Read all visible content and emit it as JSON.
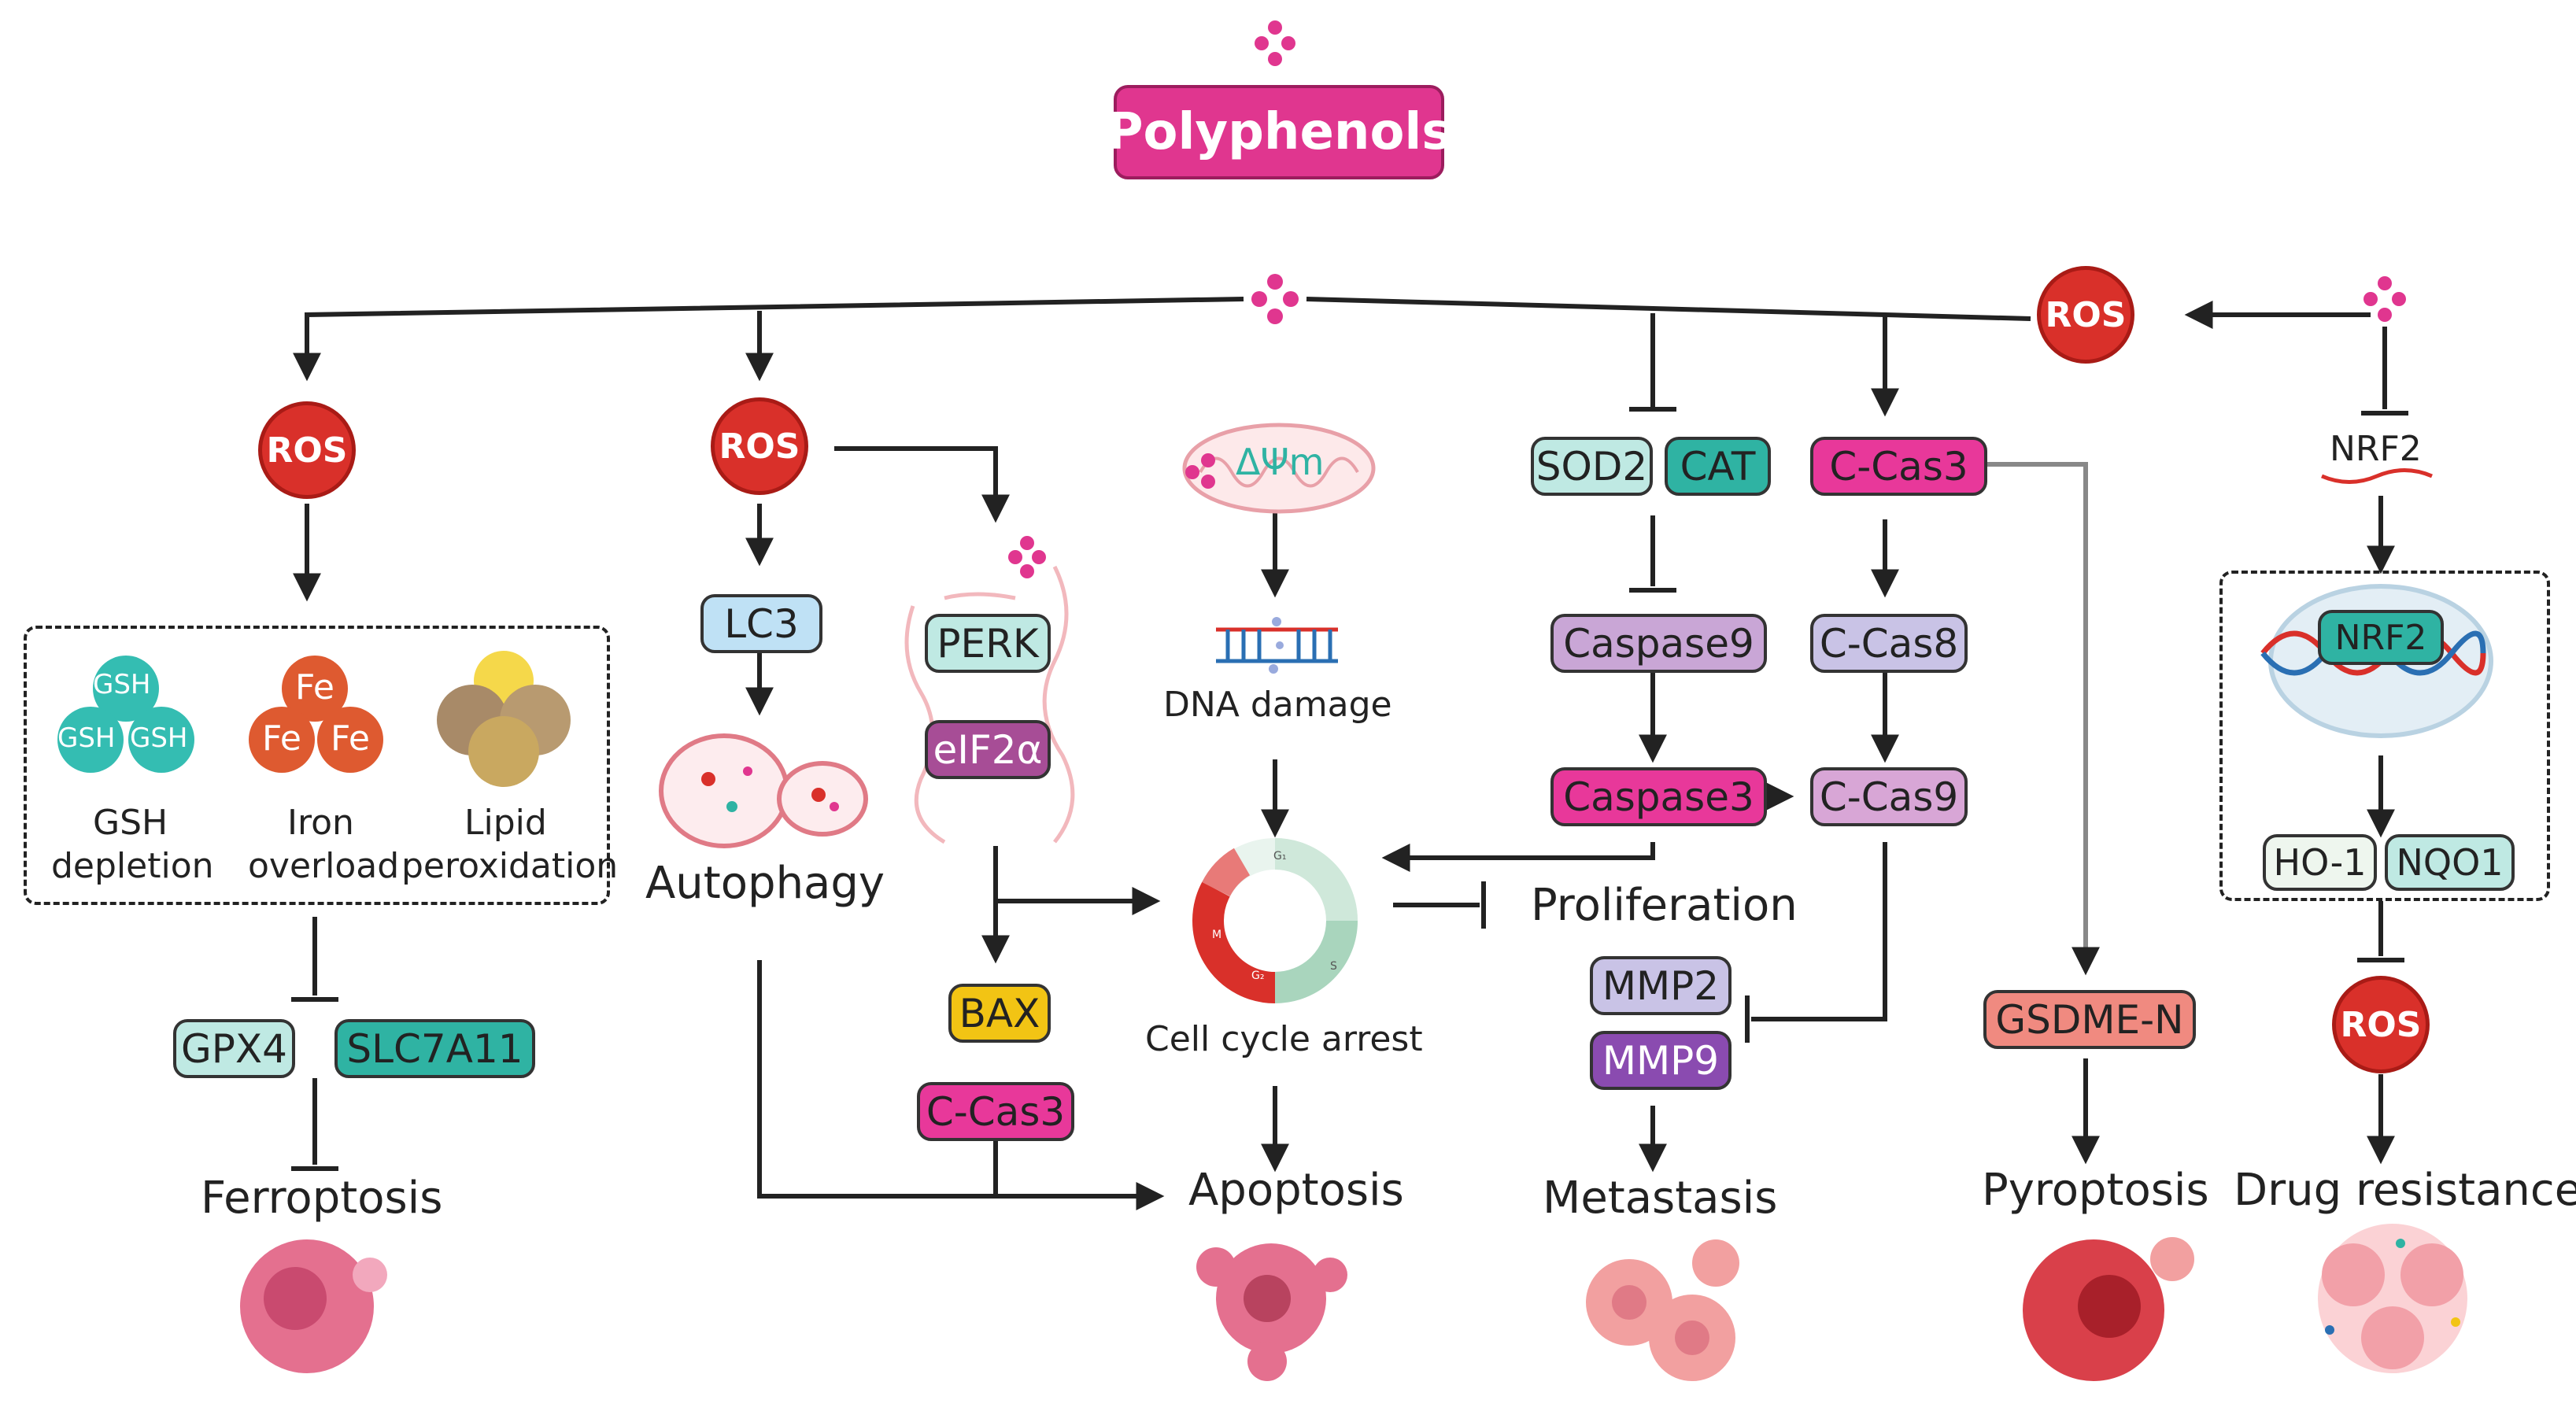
{
  "title": "Polyphenols",
  "colors": {
    "polyphenol": "#e0368f",
    "ros": "#d9302a",
    "teal_light": "#bfe9e3",
    "teal_dark": "#2fb3a3",
    "blue_light": "#bfe1f5",
    "purple_light": "#c9a6d6",
    "lavender": "#c9c3e6",
    "pink": "#e8389a",
    "purple_dark": "#8a4bb0",
    "yellow": "#f2c414",
    "salmon": "#f08a80",
    "cell_pink": "#e4708f"
  },
  "ros_label": "ROS",
  "ferroptosis_branch": {
    "items": [
      {
        "icon": "gsh-cluster-icon",
        "line1": "GSH",
        "line2": "depletion",
        "chips": [
          "GSH",
          "GSH",
          "GSH"
        ]
      },
      {
        "icon": "iron-cluster-icon",
        "line1": "Iron",
        "line2": "overload",
        "chips": [
          "Fe",
          "Fe",
          "Fe"
        ]
      },
      {
        "icon": "lipid-droplets-icon",
        "line1": "Lipid",
        "line2": "peroxidation"
      }
    ],
    "gpx4": "GPX4",
    "slc7a11": "SLC7A11",
    "outcome": "Ferroptosis"
  },
  "autophagy_branch": {
    "lc3": "LC3",
    "outcome": "Autophagy"
  },
  "er_branch": {
    "perk": "PERK",
    "eif2a": "eIF2α",
    "bax": "BAX",
    "ccas3": "C-Cas3"
  },
  "mito_branch": {
    "delta_psi": "ΔΨm",
    "dna": "DNA damage",
    "cell_cycle": "Cell cycle arrest",
    "phases": [
      "G₁",
      "S",
      "G₂",
      "M"
    ],
    "apoptosis": "Apoptosis",
    "proliferation": "Proliferation"
  },
  "caspase_branch": {
    "sod2": "SOD2",
    "cat": "CAT",
    "caspase9": "Caspase9",
    "caspase3": "Caspase3",
    "ccas3": "C-Cas3",
    "ccas8": "C-Cas8",
    "ccas9": "C-Cas9",
    "mmp2": "MMP2",
    "mmp9": "MMP9",
    "metastasis": "Metastasis",
    "gsdme": "GSDME-N",
    "pyroptosis": "Pyroptosis"
  },
  "nrf2_branch": {
    "nrf2_gene": "NRF2",
    "nrf2_box": "NRF2",
    "ho1": "HO-1",
    "nqo1": "NQO1",
    "outcome": "Drug resistance"
  }
}
